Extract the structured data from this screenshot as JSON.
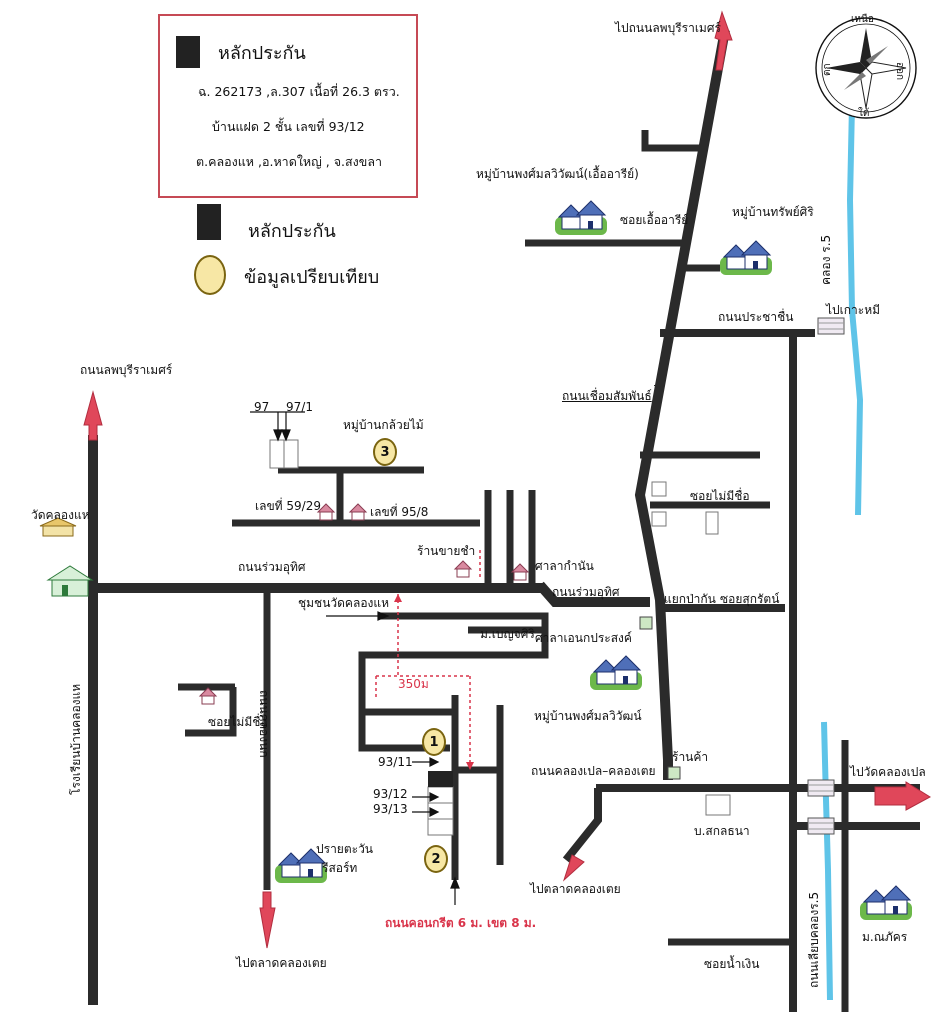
{
  "legend": {
    "title": "หลักประกัน",
    "deed_line": "ฉ. 262173  ,ล.307 เนื้อที่ 26.3 ตรว.",
    "house_line": "บ้านแฝด 2 ชั้น  เลขที่ 93/12",
    "address_line": "ต.คลองแห ,อ.หาดใหญ่ , จ.สงขลา",
    "collateral_label": "หลักประกัน",
    "comparison_label": "ข้อมูลเปรียบเทียบ"
  },
  "compass": {
    "north": "เหนือ",
    "east": "ออก",
    "west": "ตก",
    "south": "ใต้"
  },
  "markers": [
    "1",
    "2",
    "3"
  ],
  "labels": {
    "to_lopburi_top": "ไปถนนลพบุรีราเมศร์",
    "village_phongsamlawat_ua": "หมู่บ้านพงศ์มลวิวัฒน์(เอื้ออารีย์)",
    "soi_ua_ari": "ซอยเอื้ออารีย์",
    "village_sap_siri": "หมู่บ้านทรัพย์ศิริ",
    "khlong_r5": "คลอง ร.5",
    "to_ko_mi": "ไปเกาะหมี",
    "prachachuen_rd": "ถนนประชาชื่น",
    "chueam_samphan_rd": "ถนนเชื่อมสัมพันธ์",
    "lopburi_rd_left": "ถนนลพบุรีราเมศร์",
    "num_97": "97",
    "num_97_1": "97/1",
    "village_kluaimai": "หมู่บ้านกล้วยไม้",
    "wat_khlong_hae": "วัดคลองแห",
    "no_59_29": "เลขที่ 59/29",
    "no_95_8": "เลขที่ 95/8",
    "soi_mai_mi_chue_right": "ซอยไม่มีชื่อ",
    "ruam_uthit_rd_left": "ถนนร่วมอุทิศ",
    "grocery_store": "ร้านขายชำ",
    "sala_kamnan": "ศาลากำนัน",
    "ruam_uthit_rd_right": "ถนนร่วมอุทิศ",
    "yaek_pa_kan": "แยกป่ากัน",
    "soi_sukrat": "ซอยสุกรัตน์",
    "community_wat_khlong_hae": "ชุมชนวัดคลองแห",
    "khlong_nok_rd": "ถนนคลองนก",
    "m_benchasiri": "ม.เบญจศิริ",
    "sala_en_prasong": "ศาลาเอนกประสงค์",
    "school_khlong_hae": "โรงเรียนบ้านคลองแห",
    "distance_350m": "350ม",
    "village_phongsamlawat": "หมู่บ้านพงศ์มลวิวัฒน์",
    "soi_mai_mi_chue_left": "ซอยไม่มีชื่อ",
    "shop": "ร้านค้า",
    "no_93_11": "93/11",
    "no_93_12": "93/12",
    "no_93_13": "93/13",
    "khlong_pae_rd": "ถนนคลองเปล–คลองเตย",
    "to_wat_khlong_pae": "ไปวัดคลองเปล",
    "b_sakon_thana": "บ.สกลธนา",
    "pray_tawan_1": "ปรายตะวัน",
    "pray_tawan_2": "รีสอร์ท",
    "to_talad_khlong_toei_mid": "ไปตลาดคลองเตย",
    "concrete_road": "ถนนคอนกรีต 6 ม. เขต 8 ม.",
    "liap_khlong_r5_rd": "ถนนเลียบคลองร.5",
    "m_nanthakon": "ม.ณภัคร",
    "soi_nam_ngoen": "ซอยน้ำเงิน",
    "to_talad_khlong_toei_bottom": "ไปตลาดคลองเตย"
  },
  "colors": {
    "road": "#2b2b2b",
    "arrow": "#e0475a",
    "canal": "#5fc4e8",
    "legend_border": "#c64a55",
    "marker_fill": "#f7e7a5",
    "distance_line": "#d9344a",
    "house_roof": "#d98aa0"
  },
  "icons": [
    "compass-icon",
    "house-icon",
    "village-icon",
    "bridge-icon",
    "building-icon",
    "temple-icon"
  ]
}
